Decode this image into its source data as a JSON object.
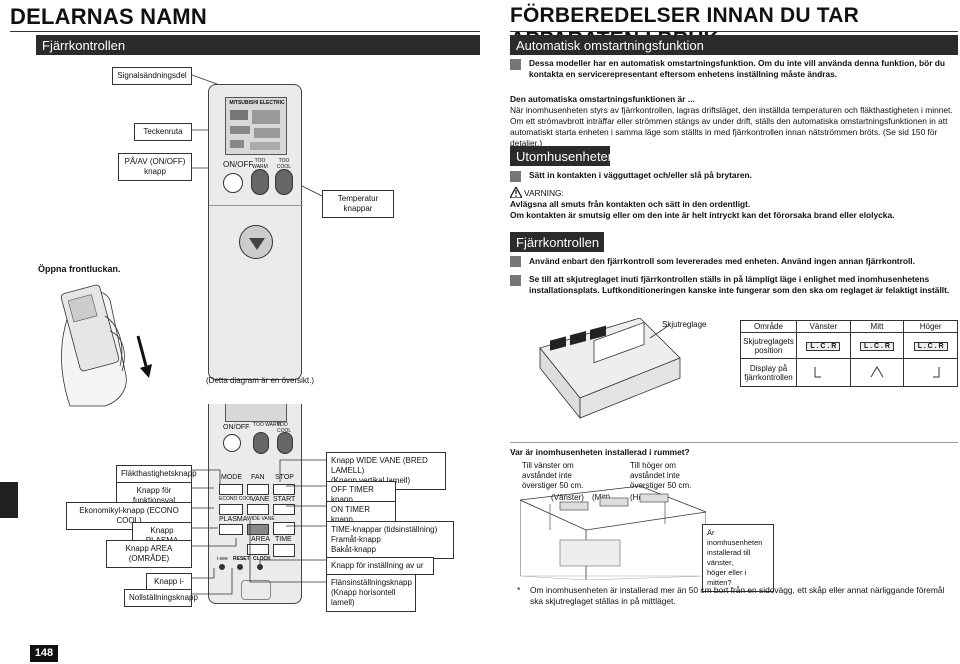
{
  "left": {
    "heading": "DELARNAS NAMN",
    "section_bar": "Fjärrkontrollen",
    "labels": {
      "signal": "Signalsändningsdel",
      "display": "Teckenruta",
      "onoff": "PÅ/AV (ON/OFF)\nknapp",
      "temp": "Temperatur knappar",
      "open_cover": "Öppna frontluckan.",
      "overview": "(Detta diagram är en översikt.)",
      "fan_speed": "Fläkthastighetsknapp",
      "mode_btn": "Knapp för funktionsval",
      "econo": "Ekonomikyl-knapp (ECONO COOL)",
      "plasma": "Knapp PLASMA",
      "area": "Knapp AREA (OMRÅDE)",
      "isee": "Knapp i-see",
      "reset": "Nollställningsknapp",
      "wide_vane": "Knapp WIDE VANE (BRED LAMELL)\n(Knapp vertikal lamell)",
      "off_timer": "OFF TIMER knapp",
      "on_timer": "ON TIMER knapp",
      "time": "TIME-knappar (tidsinställning)\nFramåt-knapp\nBakåt-knapp",
      "clock": "Knapp för inställning av ur",
      "vane": "Flänsinställningsknapp\n(Knapp horisontell lamell)"
    },
    "remote_text": {
      "brand": "MITSUBISHI ELECTRIC",
      "onoff": "ON/OFF",
      "too_warm": "TOO WARM",
      "too_cool": "TOO COOL",
      "mode": "MODE",
      "fan": "FAN",
      "stop": "STOP",
      "econo": "ECONO COOL",
      "vane": "VANE",
      "start": "START",
      "plasma": "PLASMA",
      "wide_vane": "WIDE VANE",
      "area": "AREA",
      "time": "TIME",
      "isee": "i-see",
      "reset": "RESET",
      "clock": "CLOCK"
    },
    "page_number": "148"
  },
  "right": {
    "heading": "FÖRBEREDELSER INNAN DU TAR APPARATEN I BRUK",
    "auto_bar": "Automatisk omstartningsfunktion",
    "auto_note": "Dessa modeller har en automatisk omstartningsfunktion. Om du inte vill använda denna funktion, bör du kontakta en servicerepresentant eftersom enhetens inställning måste ändras.",
    "auto_sub": "Den automatiska omstartningsfunktionen är ...",
    "auto_body": "När inomhusenheten styrs av fjärrkontrollen, lagras driftsläget, den inställda temperaturen och fläkthastigheten i minnet. Om ett strömavbrott inträffar eller strömmen stängs av under drift, ställs den automatiska omstartningsfunktionen in att automatiskt starta enheten i samma läge som ställts in med fjärrkontrollen innan nätströmmen bröts. (Se sid 150 för detaljer.)",
    "outdoor_bar": "Utomhusenheten",
    "outdoor_note": "Sätt in kontakten i vägguttaget och/eller slå på brytaren.",
    "warning_title": "VARNING:",
    "warning_1": "Avlägsna all smuts från kontakten och sätt in den ordentligt.",
    "warning_2": "Om kontakten är smutsig eller om den inte är helt intryckt kan det förorsaka brand eller elolycka.",
    "remote_bar": "Fjärrkontrollen",
    "remote_note_1": "Använd enbart den fjärrkontroll som levererades med enheten. Använd ingen annan fjärrkontroll.",
    "remote_note_2": "Se till att skjutreglaget inuti fjärrkontrollen ställs in på lämpligt läge i enlighet med inomhusenhetens installationsplats. Luftkonditioneringen kanske inte fungerar som den ska om reglaget är felaktigt inställt.",
    "slider_label": "Skjutreglage",
    "table": {
      "header": [
        "Område",
        "Vänster",
        "Mitt",
        "Höger"
      ],
      "row1_label": "Skjutreglagets position",
      "lcr": "L . C . R",
      "row2_label": "Display på fjärrkontrollen"
    },
    "where_title": "Var är inomhusenheten installerad i rummet?",
    "where_left": "Till vänster om\navståndet inte\növerstiger 50 cm.",
    "where_right": "Till höger om\navståndet inte\növerstiger 50 cm.",
    "pos_left": "(Vänster)",
    "pos_mid": "(Mitt)",
    "pos_right": "(Höger)",
    "where_q": "Är inomhusenheten\ninstallerad till vänster,\nhöger eller i mitten?",
    "footnote_star": "*",
    "footnote": "Om inomhusenheten är installerad mer än 50 cm bort från en sidovägg, ett skåp eller annat närliggande föremål ska skjutreglaget ställas in på mittläget."
  }
}
